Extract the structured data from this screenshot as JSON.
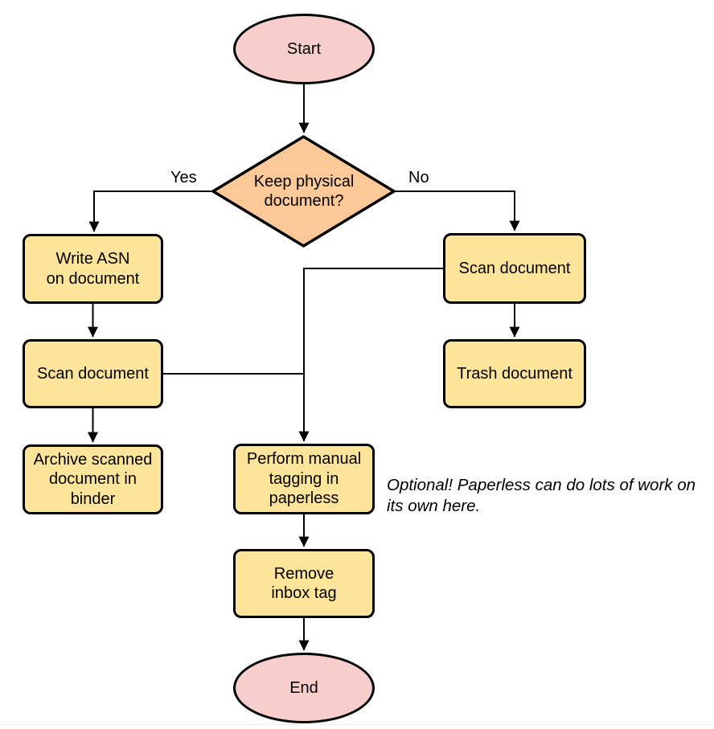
{
  "diagram_type": "flowchart",
  "colors": {
    "terminal_fill": "#f8cecc",
    "decision_fill": "#fbc998",
    "process_fill": "#fde49b",
    "line_stroke": "#000000"
  },
  "nodes": {
    "start": {
      "label": "Start"
    },
    "decision": {
      "label": [
        "Keep physical",
        "document?"
      ]
    },
    "write_asn": {
      "label": [
        "Write ASN",
        "on document"
      ]
    },
    "scan_left": {
      "label": "Scan document"
    },
    "archive": {
      "label": [
        "Archive scanned",
        "document in",
        "binder"
      ]
    },
    "scan_right": {
      "label": "Scan document"
    },
    "trash": {
      "label": "Trash document"
    },
    "tagging": {
      "label": [
        "Perform manual",
        "tagging in",
        "paperless"
      ]
    },
    "remove_inbox": {
      "label": [
        "Remove",
        "inbox tag"
      ]
    },
    "end": {
      "label": "End"
    }
  },
  "edge_labels": {
    "yes": "Yes",
    "no": "No"
  },
  "note": {
    "text": [
      "Optional! Paperless can do lots of work on",
      "its own here."
    ]
  }
}
